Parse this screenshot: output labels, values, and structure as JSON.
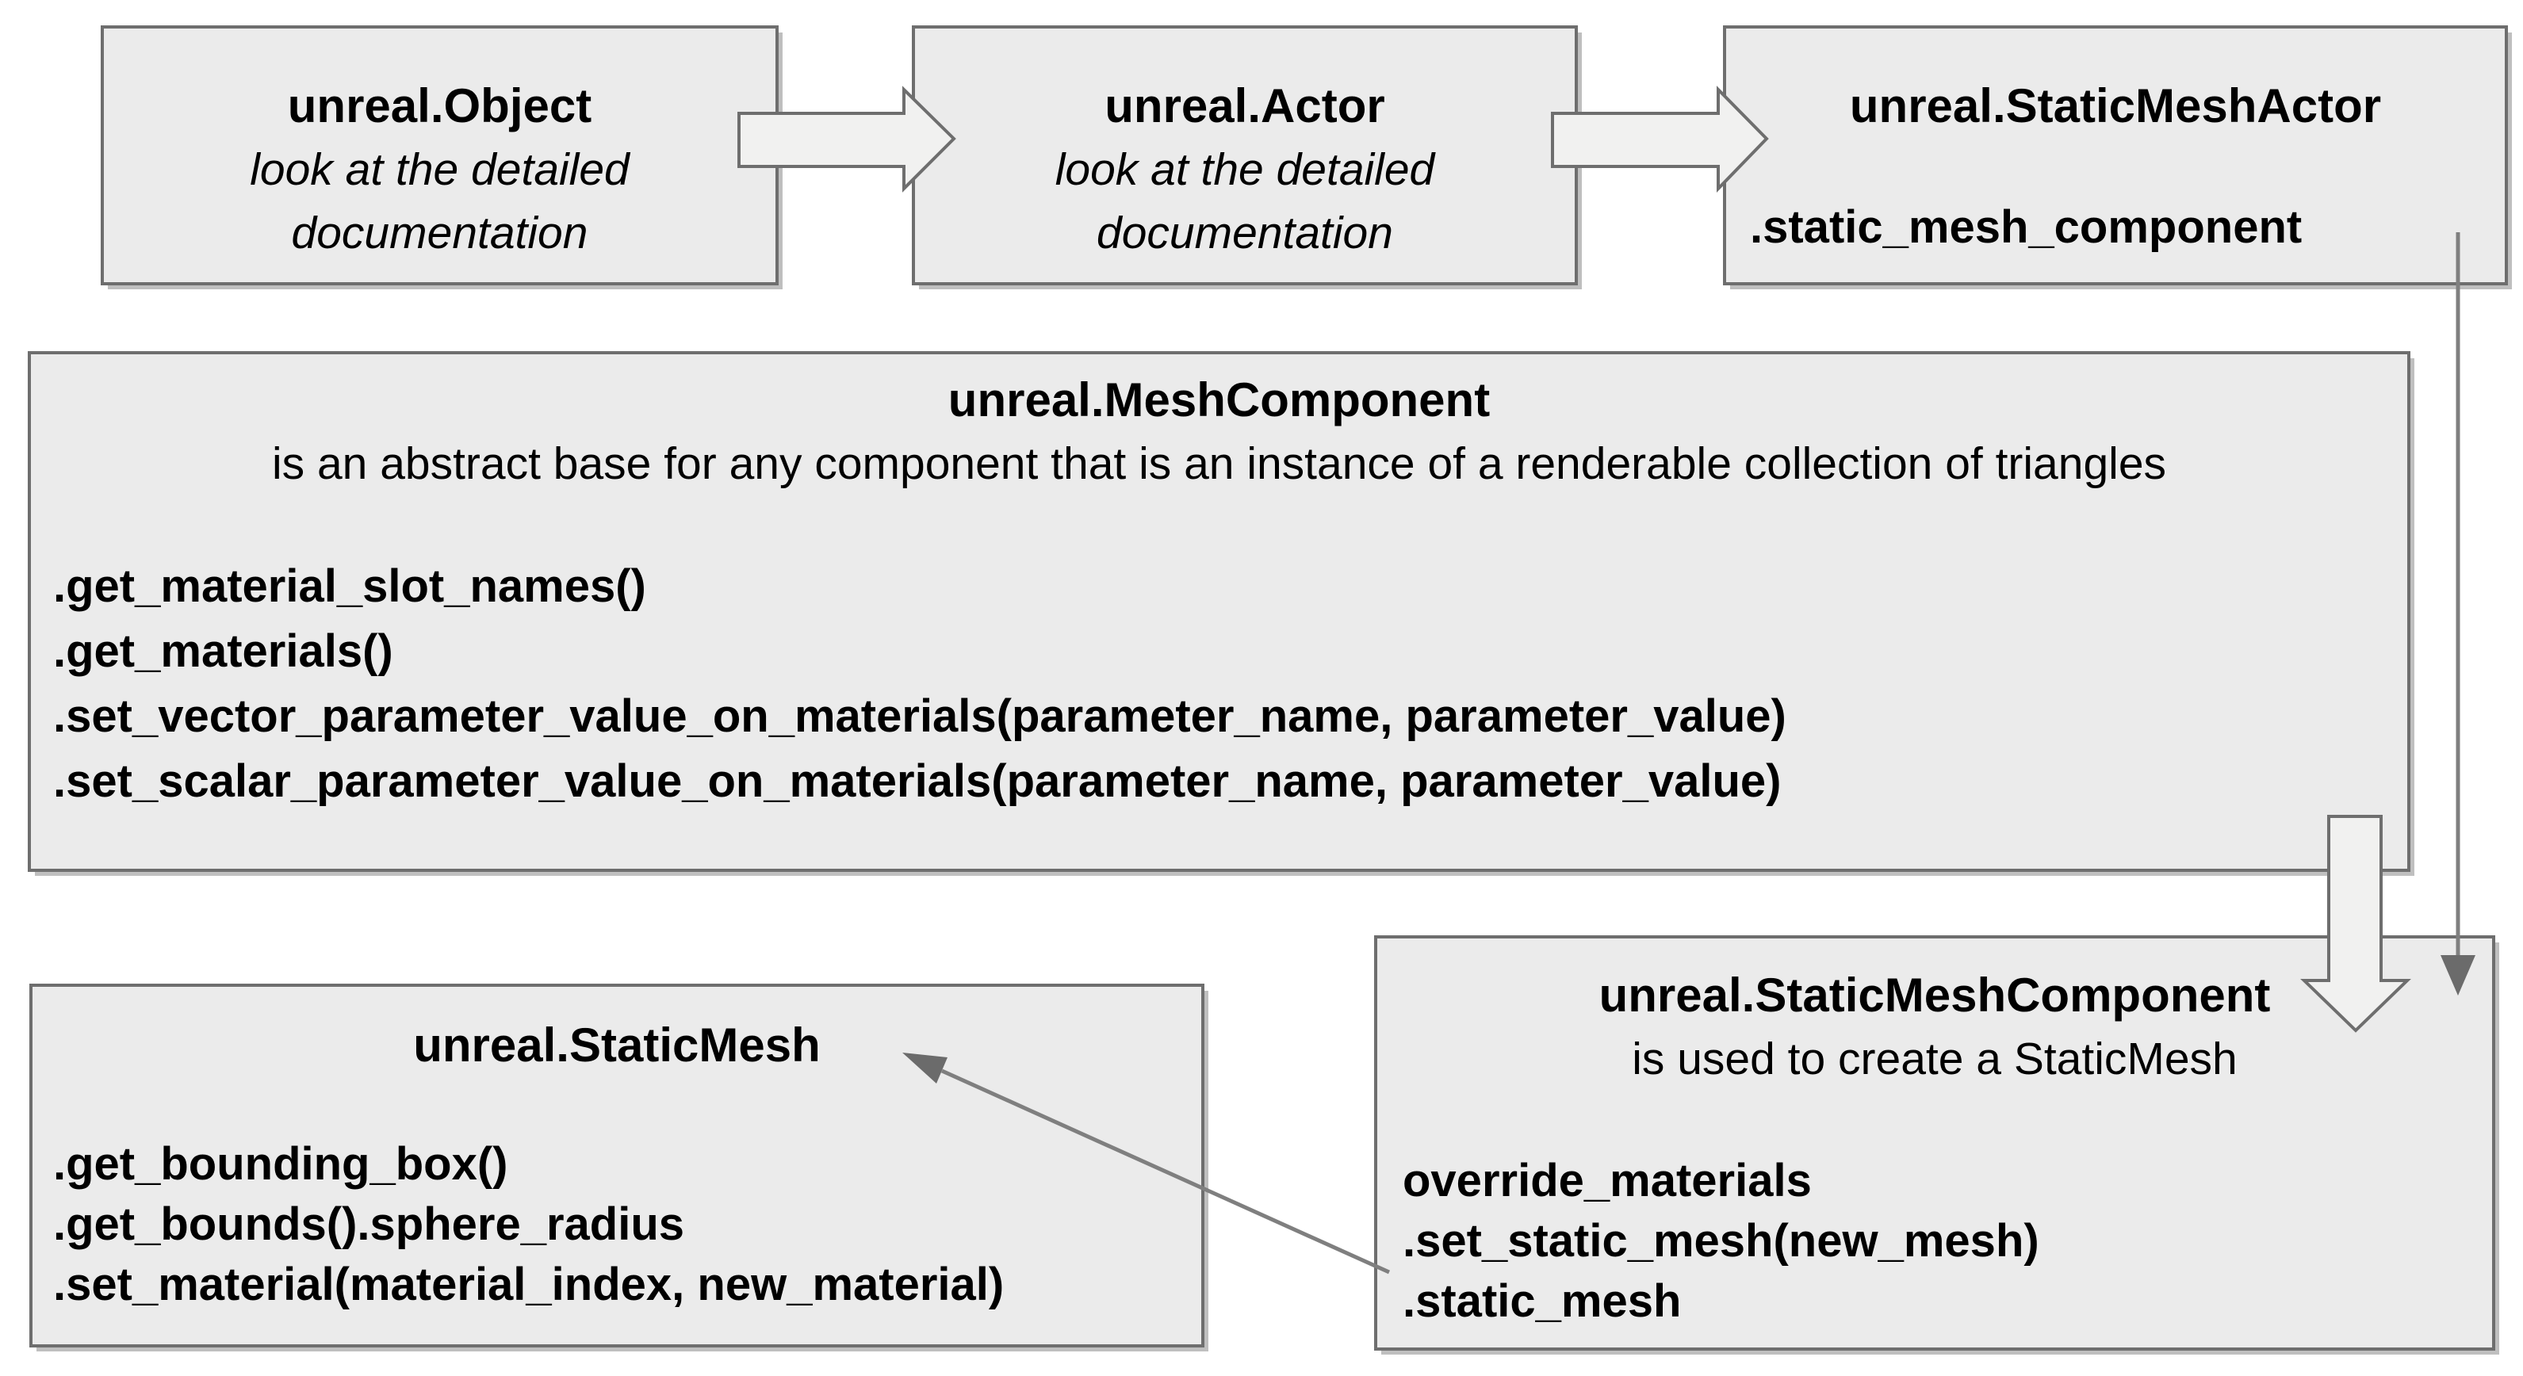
{
  "colors": {
    "background": "#ffffff",
    "box_fill": "#ebebeb",
    "box_border": "#6e6e6e",
    "block_arrow_fill": "#f1f1f0",
    "block_arrow_outline": "#6e6e6e",
    "connector_line": "#7f7f7f",
    "text": "#000000"
  },
  "diagram": {
    "object_box": {
      "title": "unreal.Object",
      "note1": "look at the detailed",
      "note2": "documentation"
    },
    "actor_box": {
      "title": "unreal.Actor",
      "note1": "look at the detailed",
      "note2": "documentation"
    },
    "static_mesh_actor_box": {
      "title": "unreal.StaticMeshActor",
      "members": [
        ".static_mesh_component"
      ]
    },
    "mesh_component_box": {
      "title": "unreal.MeshComponent",
      "description": "is an abstract base for any component that is an instance of a renderable collection of triangles",
      "methods": [
        ".get_material_slot_names()",
        ".get_materials()",
        ".set_vector_parameter_value_on_materials(parameter_name, parameter_value)",
        ".set_scalar_parameter_value_on_materials(parameter_name, parameter_value)"
      ]
    },
    "static_mesh_box": {
      "title": "unreal.StaticMesh",
      "methods": [
        ".get_bounding_box()",
        ".get_bounds().sphere_radius",
        ".set_material(material_index, new_material)"
      ]
    },
    "static_mesh_component_box": {
      "title": "unreal.StaticMeshComponent",
      "description": "is used to create a StaticMesh",
      "methods": [
        "override_materials",
        ".set_static_mesh(new_mesh)",
        ".static_mesh"
      ]
    },
    "arrows": [
      {
        "name": "object-to-actor",
        "type": "block-right"
      },
      {
        "name": "actor-to-static-mesh-actor",
        "type": "block-right"
      },
      {
        "name": "mesh-component-to-static-mesh-component",
        "type": "block-down"
      },
      {
        "name": "static-mesh-actor-to-static-mesh-component",
        "type": "thin-down"
      },
      {
        "name": "static-mesh-component-to-static-mesh",
        "type": "thin-diagonal"
      }
    ]
  }
}
